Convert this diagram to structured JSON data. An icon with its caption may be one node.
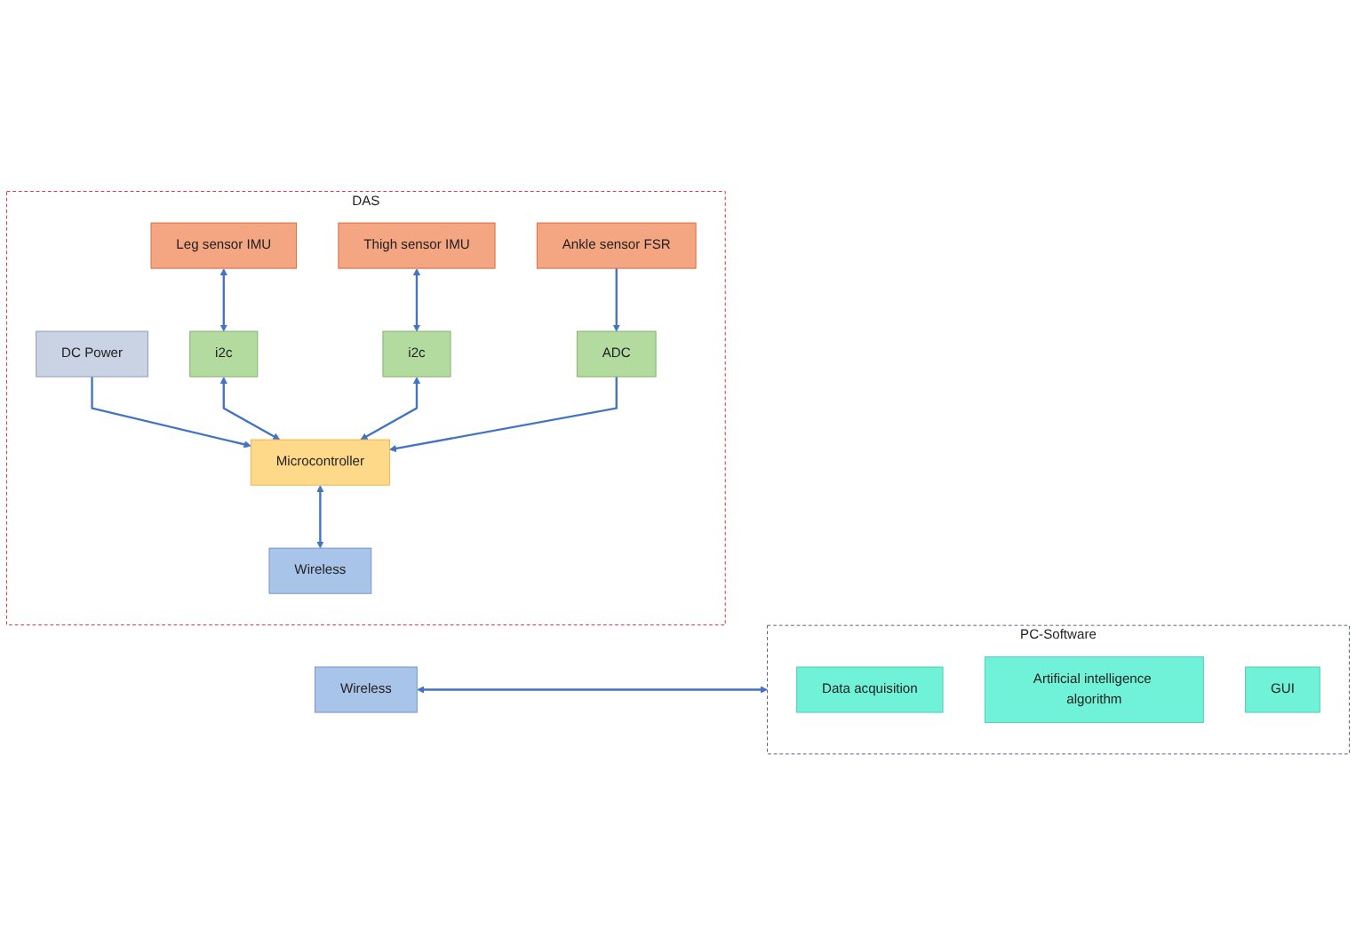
{
  "diagram": {
    "nodes": [
      {
        "text": [
          "DAS"
        ]
      },
      {
        "text": [
          "DC Power"
        ],
        "in": 0
      },
      {
        "text": [
          "Leg sensor IMU"
        ],
        "in": 0
      },
      {
        "text": [
          "i2c"
        ],
        "in": 0
      },
      {
        "text": [
          "Thigh sensor IMU"
        ],
        "in": 0
      },
      {
        "text": [
          "i2c"
        ],
        "in": 0
      },
      {
        "text": [
          "Ankle sensor FSR"
        ],
        "in": 0
      },
      {
        "text": [
          "ADC"
        ],
        "in": 0
      },
      {
        "text": [
          "Microcontroller"
        ],
        "in": 0
      },
      {
        "text": [
          "Wireless"
        ],
        "in": 0
      },
      {
        "text": [
          "Wireless"
        ]
      },
      {
        "text": [
          "PC-Software"
        ]
      },
      {
        "text": [
          "Data acquisition"
        ],
        "in": 11
      },
      {
        "text": [
          "Artificial intelligence algorithm"
        ],
        "in": 11
      },
      {
        "text": [
          "GUI"
        ],
        "in": 11
      }
    ],
    "edges": [
      {
        "from": 1,
        "to": 8,
        "arrow": "to"
      },
      {
        "from": 2,
        "to": 3,
        "arrow": "both"
      },
      {
        "from": 3,
        "to": 8,
        "arrow": "both"
      },
      {
        "from": 4,
        "to": 5,
        "arrow": "both"
      },
      {
        "from": 5,
        "to": 8,
        "arrow": "both"
      },
      {
        "from": 6,
        "to": 7,
        "arrow": "to"
      },
      {
        "from": 7,
        "to": 8,
        "arrow": "to"
      },
      {
        "from": 8,
        "to": 9,
        "arrow": "both"
      },
      {
        "from": 10,
        "to": 11,
        "arrow": "both"
      }
    ]
  }
}
